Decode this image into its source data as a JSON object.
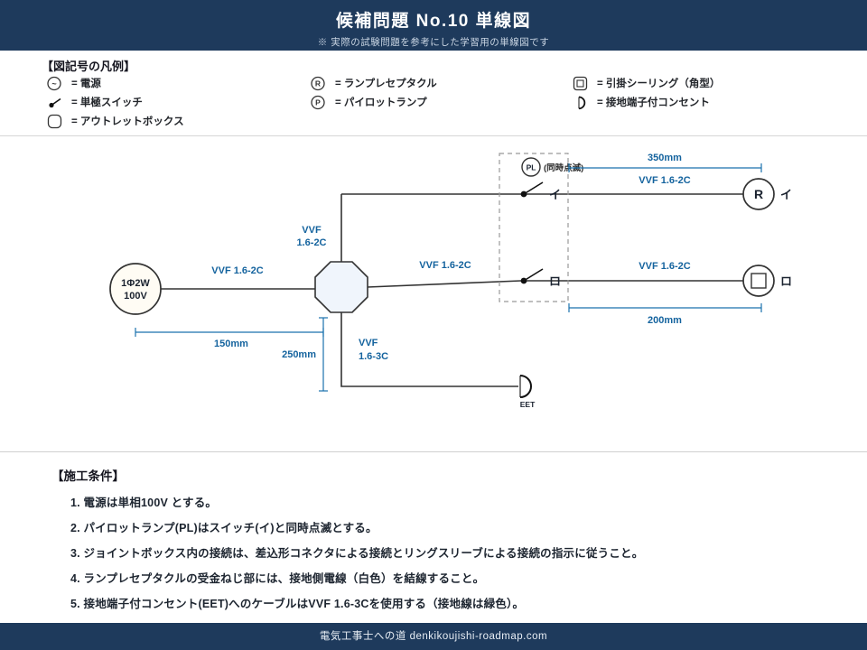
{
  "header": {
    "title": "候補問題 No.10  単線図",
    "subtitle": "※ 実際の試験問題を参考にした学習用の単線図です"
  },
  "legend": {
    "heading": "【図記号の凡例】",
    "symbols": {
      "power": "~",
      "receptacle": "R",
      "pilot": "P"
    },
    "items": [
      {
        "label": "= 電源"
      },
      {
        "label": "= 単極スイッチ"
      },
      {
        "label": "= アウトレットボックス"
      },
      {
        "label": "= ランプレセプタクル"
      },
      {
        "label": "= パイロットランプ"
      },
      {
        "label": "= 引掛シーリング（角型）"
      },
      {
        "label": "= 接地端子付コンセント"
      }
    ]
  },
  "diagram": {
    "power_line1": "1Φ2W",
    "power_line2": "100V",
    "cable_left": "VVF 1.6-2C",
    "cable_up_line1": "VVF",
    "cable_up_line2": "1.6-2C",
    "cable_mid": "VVF 1.6-2C",
    "cable_top": "VVF 1.6-2C",
    "cable_right": "VVF 1.6-2C",
    "cable_down_line1": "VVF",
    "cable_down_line2": "1.6-3C",
    "dim_top": "350mm",
    "dim_right": "200mm",
    "dim_left": "150mm",
    "dim_down": "250mm",
    "pl": "PL",
    "pl_note": "(同時点滅)",
    "sw_i": "イ",
    "sw_ro": "ロ",
    "receptacle": "R",
    "receptacle_tag": "イ",
    "ceiling_tag": "ロ",
    "eet": "EET"
  },
  "conditions": {
    "heading": "【施工条件】",
    "items": [
      "電源は単相100V とする。",
      "パイロットランプ(PL)はスイッチ(イ)と同時点滅とする。",
      "ジョイントボックス内の接続は、差込形コネクタによる接続とリングスリーブによる接続の指示に従うこと。",
      "ランプレセプタクルの受金ねじ部には、接地側電線（白色）を結線すること。",
      "接地端子付コンセント(EET)へのケーブルはVVF 1.6-3Cを使用する（接地線は緑色）。"
    ]
  },
  "footer": {
    "text": "電気工事士への道  denkikoujishi-roadmap.com"
  },
  "colors": {
    "navy": "#1e3a5c",
    "blue": "#14639e",
    "wire": "#333333"
  }
}
